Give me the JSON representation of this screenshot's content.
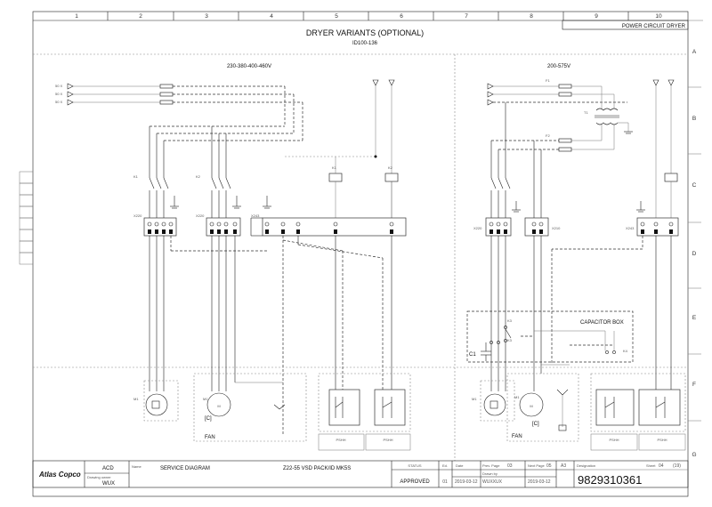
{
  "header": {
    "title": "DRYER VARIANTS (OPTIONAL)",
    "subtitle": "ID100-136",
    "tag": "POWER CIRCUIT DRYER"
  },
  "grid": {
    "columns": [
      "1",
      "2",
      "3",
      "4",
      "5",
      "6",
      "7",
      "8",
      "9",
      "10"
    ],
    "rows": [
      "A",
      "B",
      "C",
      "D",
      "E",
      "F",
      "G"
    ]
  },
  "left_section": {
    "voltage": "230-380-400-460V",
    "phases": [
      "50 X",
      "50 X",
      "50 X"
    ],
    "contactors": [
      "K1",
      "K1",
      "K2",
      "K2"
    ],
    "terminal_strips": [
      "X220",
      "X220",
      "X243"
    ],
    "motor_compressor": "M1",
    "motor_fan": "M1",
    "fan_tag": "[C]",
    "fan_label": "FAN",
    "pressure_switches": [
      "PSHH",
      "PSHH"
    ]
  },
  "right_section": {
    "voltage": "200-575V",
    "transformer": "T1",
    "fuses": [
      "F1",
      "F2"
    ],
    "terminal_strips": [
      "X220",
      "X210",
      "X243"
    ],
    "capacitor_box": "CAPACITOR BOX",
    "capacitor": "C1",
    "capacitor_relays": [
      "K3",
      "K3",
      "K4"
    ],
    "motor_compressor": "M1",
    "motor_fan": "M1",
    "fan_tag": "[C]",
    "fan_label": "FAN",
    "pressure_switches": [
      "PSHH",
      "PSHH"
    ]
  },
  "title_block": {
    "brand": "Atlas Copco",
    "dept": "ACD",
    "owner_label": "Drawing owner",
    "owner": "WUX",
    "name_label": "Name",
    "name": "SERVICE DIAGRAM",
    "product": "Z22-55 VSD PACK/ID MK5S",
    "status_label": "STATUS",
    "status": "APPROVED",
    "ed_label": "Ed.",
    "ed": "01",
    "date_label": "Date",
    "date": "2019-03-12",
    "prev_label": "Prev. Page",
    "prev": "03",
    "next_label": "Next Page",
    "next": "05",
    "size": "A3",
    "drawn_label": "Drawn by",
    "drawn": "WUXXUX",
    "date2": "2019-03-12",
    "designation_label": "Designation",
    "sheet_label": "Sheet",
    "sheet": "04",
    "sheets": "(19)",
    "number": "9829310361"
  }
}
